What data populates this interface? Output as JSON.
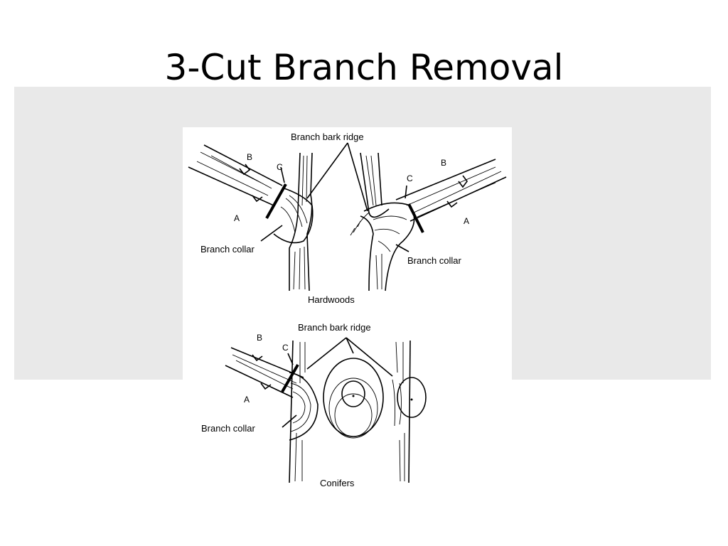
{
  "slide": {
    "title": "3-Cut Branch Removal"
  },
  "diagram": {
    "hardwoods": {
      "caption": "Hardwoods",
      "ridge_label": "Branch bark ridge",
      "collar_left": "Branch collar",
      "collar_right": "Branch collar",
      "cut_a": "A",
      "cut_b": "B",
      "cut_c": "C"
    },
    "conifers": {
      "caption": "Conifers",
      "ridge_label": "Branch bark ridge",
      "collar_label": "Branch collar",
      "cut_a": "A",
      "cut_b": "B",
      "cut_c": "C"
    }
  }
}
